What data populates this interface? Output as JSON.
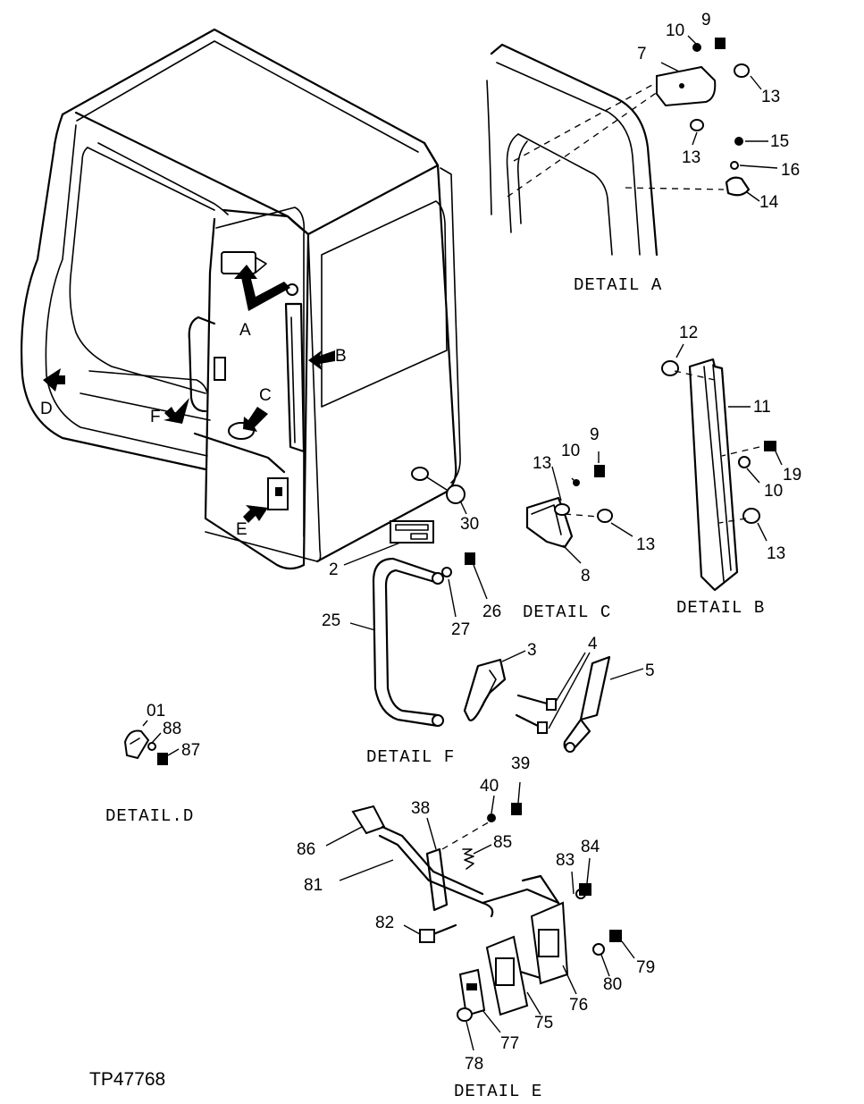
{
  "figure_id": "TP47768",
  "details": {
    "a": "DETAIL A",
    "b": "DETAIL B",
    "c": "DETAIL C",
    "d": "DETAIL.D",
    "e": "DETAIL E",
    "f": "DETAIL F"
  },
  "view_arrows": {
    "a": "A",
    "b": "B",
    "c": "C",
    "d": "D",
    "e": "E",
    "f": "F"
  },
  "callouts": {
    "detail_a": [
      "10",
      "9",
      "7",
      "13",
      "13",
      "15",
      "16",
      "14"
    ],
    "detail_b": [
      "12",
      "11",
      "19",
      "10",
      "13"
    ],
    "detail_c": [
      "13",
      "10",
      "9",
      "13",
      "8"
    ],
    "detail_d": [
      "01",
      "88",
      "87"
    ],
    "detail_f": [
      "3",
      "4",
      "5",
      "25",
      "27",
      "26"
    ],
    "main": [
      "30",
      "2"
    ],
    "detail_e": [
      "40",
      "39",
      "38",
      "86",
      "85",
      "81",
      "83",
      "84",
      "82",
      "79",
      "80",
      "76",
      "75",
      "77",
      "78"
    ]
  }
}
